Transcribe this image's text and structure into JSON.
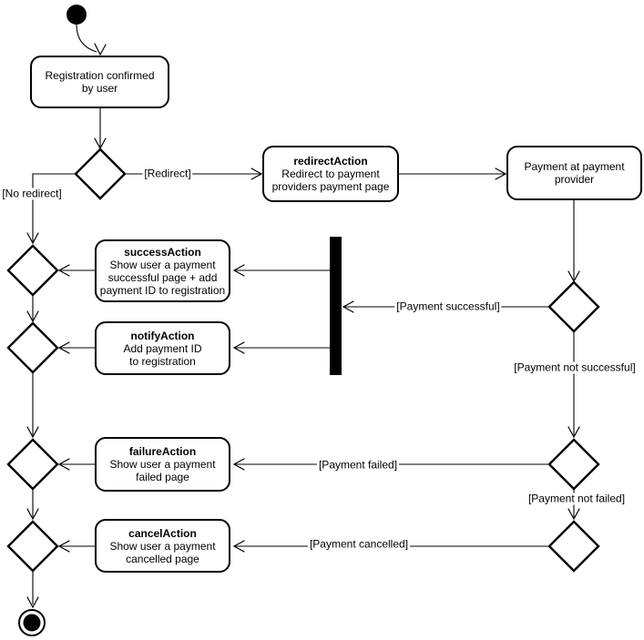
{
  "diagram": {
    "type": "uml-activity-diagram",
    "colors": {
      "stroke": "#000000",
      "background": "#ffffff",
      "fork_bar": "#000000"
    },
    "nodes": {
      "registration": {
        "label": "Registration confirmed\nby user"
      },
      "redirect_action": {
        "title": "redirectAction",
        "body": "Redirect to payment\nproviders payment page"
      },
      "payment_provider": {
        "label": "Payment at payment\nprovider"
      },
      "success_action": {
        "title": "successAction",
        "body": "Show user a payment\nsuccessful page + add\npayment ID to registration"
      },
      "notify_action": {
        "title": "notifyAction",
        "body": "Add payment ID\nto registration"
      },
      "failure_action": {
        "title": "failureAction",
        "body": "Show user a payment\nfailed page"
      },
      "cancel_action": {
        "title": "cancelAction",
        "body": "Show user a payment\ncancelled page"
      }
    },
    "edge_labels": {
      "redirect": "[Redirect]",
      "no_redirect": "[No redirect]",
      "payment_successful": "[Payment successful]",
      "payment_not_successful": "[Payment not successful]",
      "payment_failed": "[Payment failed]",
      "payment_not_failed": "[Payment not failed]",
      "payment_cancelled": "[Payment cancelled]"
    }
  }
}
